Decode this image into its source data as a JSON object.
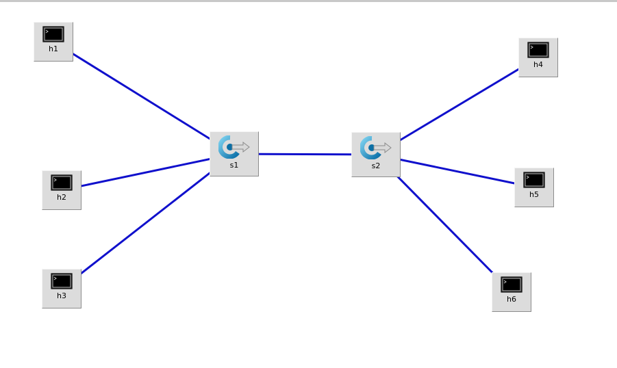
{
  "colors": {
    "link": "#1010cc",
    "node_bg": "#dcdcdc"
  },
  "nodes": [
    {
      "id": "h1",
      "label": "h1",
      "kind": "host",
      "icon": "terminal-icon"
    },
    {
      "id": "h2",
      "label": "h2",
      "kind": "host",
      "icon": "terminal-icon"
    },
    {
      "id": "h3",
      "label": "h3",
      "kind": "host",
      "icon": "terminal-icon"
    },
    {
      "id": "s1",
      "label": "s1",
      "kind": "switch",
      "icon": "switch-icon"
    },
    {
      "id": "s2",
      "label": "s2",
      "kind": "switch",
      "icon": "switch-icon"
    },
    {
      "id": "h4",
      "label": "h4",
      "kind": "host",
      "icon": "terminal-icon"
    },
    {
      "id": "h5",
      "label": "h5",
      "kind": "host",
      "icon": "terminal-icon"
    },
    {
      "id": "h6",
      "label": "h6",
      "kind": "host",
      "icon": "terminal-icon"
    }
  ],
  "links": [
    {
      "from": "h1",
      "to": "s1"
    },
    {
      "from": "h2",
      "to": "s1"
    },
    {
      "from": "h3",
      "to": "s1"
    },
    {
      "from": "s1",
      "to": "s2"
    },
    {
      "from": "s2",
      "to": "h4"
    },
    {
      "from": "s2",
      "to": "h5"
    },
    {
      "from": "s2",
      "to": "h6"
    }
  ]
}
